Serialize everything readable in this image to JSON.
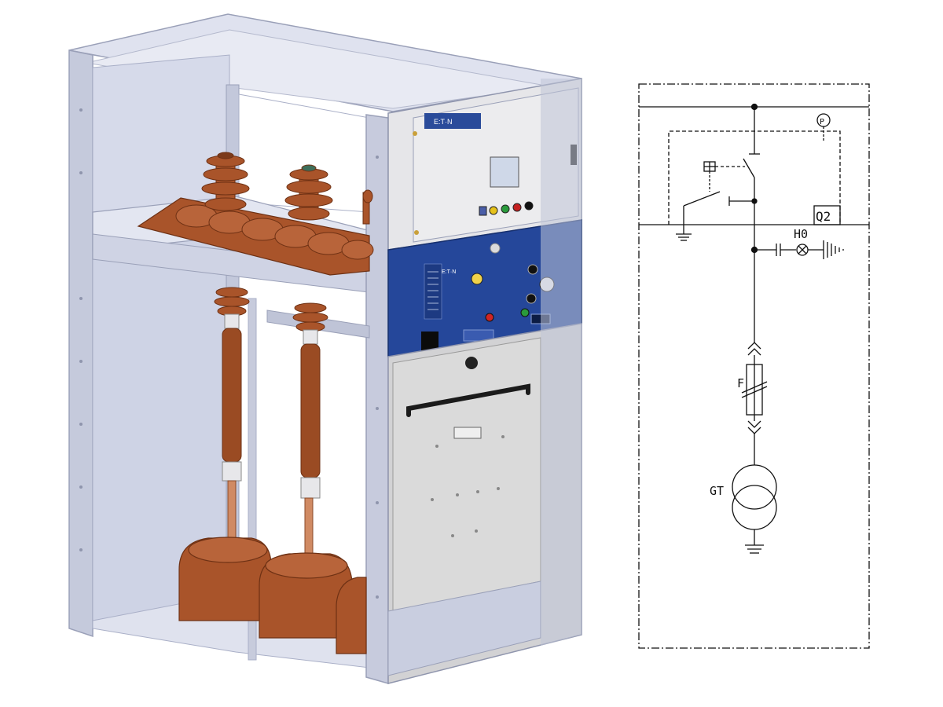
{
  "colors": {
    "frame": "#c9cee0",
    "frame_dark": "#a9afc7",
    "frame_light": "#dde1ee",
    "porcelain": "#a9542a",
    "porcelain_dark": "#7c3a1a",
    "busbar": "#d08a63",
    "blue_panel": "#25479a",
    "relay_panel": "#e6e6e9",
    "door": "#dadada",
    "line": "#111111"
  },
  "panel": {
    "brand": "E:T·N",
    "relay_label": "",
    "mech_label": "E:T·N"
  },
  "schematic": {
    "q2_label": "Q2",
    "p_label": "P",
    "h0_label": "H0",
    "f_label": "F",
    "gt_label": "GT"
  },
  "icons": {
    "operating_handle": "handle-icon",
    "indicator_lamps": "lamp-icon",
    "pressure_switch": "pressure-switch-icon",
    "ground": "ground-icon"
  }
}
